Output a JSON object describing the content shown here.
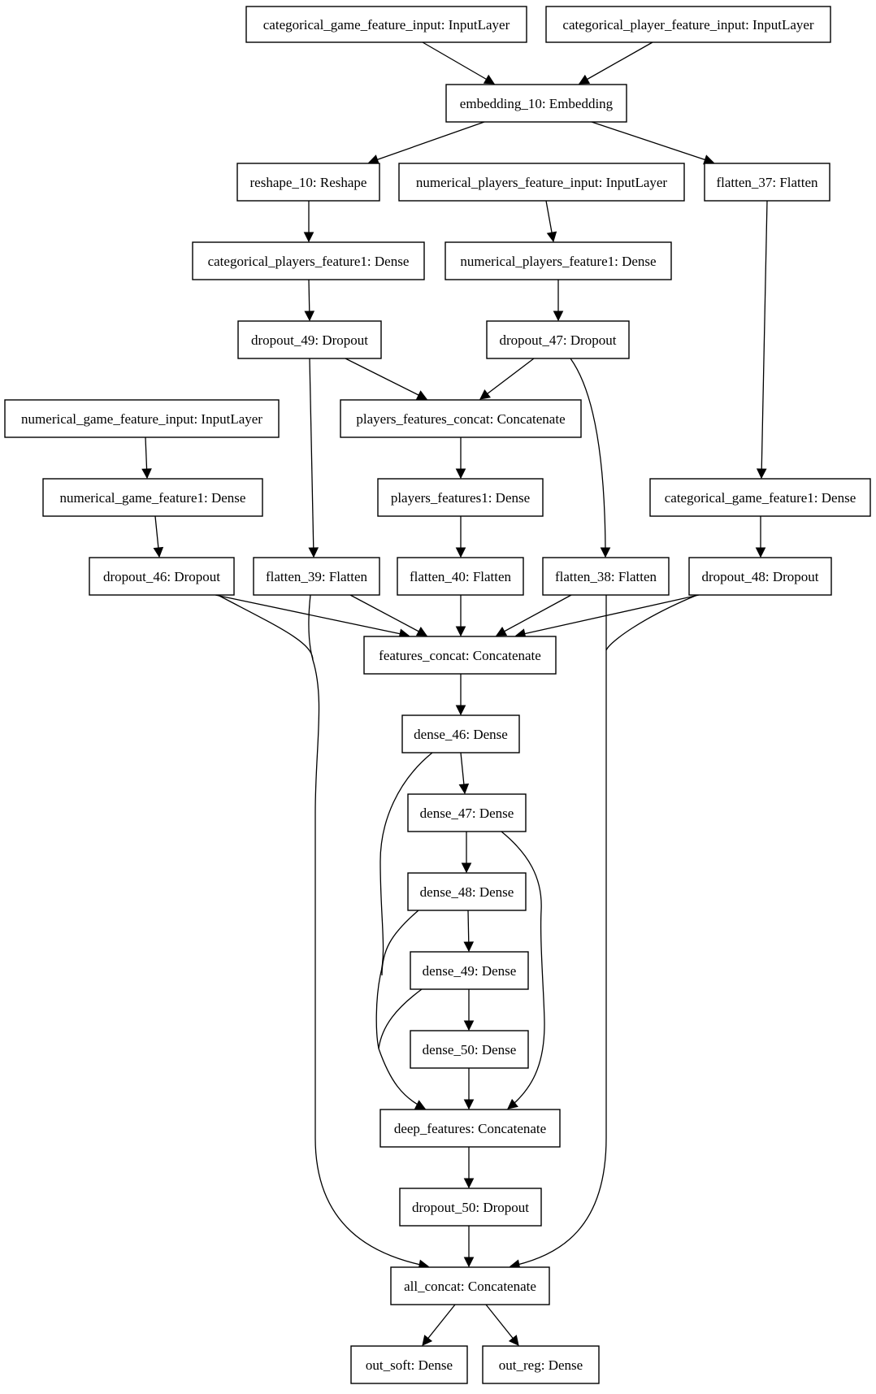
{
  "nodes": [
    {
      "id": "cgfi",
      "label": "categorical_game_feature_input: InputLayer"
    },
    {
      "id": "cpfi",
      "label": "categorical_player_feature_input: InputLayer"
    },
    {
      "id": "emb10",
      "label": "embedding_10: Embedding"
    },
    {
      "id": "reshape10",
      "label": "reshape_10: Reshape"
    },
    {
      "id": "npfi",
      "label": "numerical_players_feature_input: InputLayer"
    },
    {
      "id": "flatten37",
      "label": "flatten_37: Flatten"
    },
    {
      "id": "cpf1",
      "label": "categorical_players_feature1: Dense"
    },
    {
      "id": "npf1",
      "label": "numerical_players_feature1: Dense"
    },
    {
      "id": "dropout49",
      "label": "dropout_49: Dropout"
    },
    {
      "id": "dropout47",
      "label": "dropout_47: Dropout"
    },
    {
      "id": "ngfi",
      "label": "numerical_game_feature_input: InputLayer"
    },
    {
      "id": "pfc",
      "label": "players_features_concat: Concatenate"
    },
    {
      "id": "ngf1",
      "label": "numerical_game_feature1: Dense"
    },
    {
      "id": "pf1",
      "label": "players_features1: Dense"
    },
    {
      "id": "cgf1",
      "label": "categorical_game_feature1: Dense"
    },
    {
      "id": "dropout46",
      "label": "dropout_46: Dropout"
    },
    {
      "id": "flatten39",
      "label": "flatten_39: Flatten"
    },
    {
      "id": "flatten40",
      "label": "flatten_40: Flatten"
    },
    {
      "id": "flatten38",
      "label": "flatten_38: Flatten"
    },
    {
      "id": "dropout48",
      "label": "dropout_48: Dropout"
    },
    {
      "id": "fc",
      "label": "features_concat: Concatenate"
    },
    {
      "id": "dense46",
      "label": "dense_46: Dense"
    },
    {
      "id": "dense47",
      "label": "dense_47: Dense"
    },
    {
      "id": "dense48",
      "label": "dense_48: Dense"
    },
    {
      "id": "dense49",
      "label": "dense_49: Dense"
    },
    {
      "id": "dense50",
      "label": "dense_50: Dense"
    },
    {
      "id": "deep",
      "label": "deep_features: Concatenate"
    },
    {
      "id": "dropout50",
      "label": "dropout_50: Dropout"
    },
    {
      "id": "allc",
      "label": "all_concat: Concatenate"
    },
    {
      "id": "outsoft",
      "label": "out_soft: Dense"
    },
    {
      "id": "outreg",
      "label": "out_reg: Dense"
    }
  ],
  "edges": [
    [
      "cgfi",
      "emb10"
    ],
    [
      "cpfi",
      "emb10"
    ],
    [
      "emb10",
      "reshape10"
    ],
    [
      "emb10",
      "flatten37"
    ],
    [
      "reshape10",
      "cpf1"
    ],
    [
      "npfi",
      "npf1"
    ],
    [
      "cpf1",
      "dropout49"
    ],
    [
      "npf1",
      "dropout47"
    ],
    [
      "dropout49",
      "pfc"
    ],
    [
      "dropout47",
      "pfc"
    ],
    [
      "dropout49",
      "flatten39"
    ],
    [
      "dropout47",
      "flatten38"
    ],
    [
      "flatten37",
      "cgf1"
    ],
    [
      "ngfi",
      "ngf1"
    ],
    [
      "pfc",
      "pf1"
    ],
    [
      "ngf1",
      "dropout46"
    ],
    [
      "pf1",
      "flatten40"
    ],
    [
      "cgf1",
      "dropout48"
    ],
    [
      "dropout46",
      "fc"
    ],
    [
      "flatten39",
      "fc"
    ],
    [
      "flatten40",
      "fc"
    ],
    [
      "flatten38",
      "fc"
    ],
    [
      "dropout48",
      "fc"
    ],
    [
      "dropout46",
      "allc"
    ],
    [
      "flatten39",
      "allc"
    ],
    [
      "flatten38",
      "allc"
    ],
    [
      "dropout48",
      "allc"
    ],
    [
      "fc",
      "dense46"
    ],
    [
      "dense46",
      "dense47"
    ],
    [
      "dense47",
      "dense48"
    ],
    [
      "dense48",
      "dense49"
    ],
    [
      "dense49",
      "dense50"
    ],
    [
      "dense46",
      "deep"
    ],
    [
      "dense47",
      "deep"
    ],
    [
      "dense48",
      "deep"
    ],
    [
      "dense49",
      "deep"
    ],
    [
      "dense50",
      "deep"
    ],
    [
      "deep",
      "dropout50"
    ],
    [
      "dropout50",
      "allc"
    ],
    [
      "allc",
      "outsoft"
    ],
    [
      "allc",
      "outreg"
    ]
  ]
}
